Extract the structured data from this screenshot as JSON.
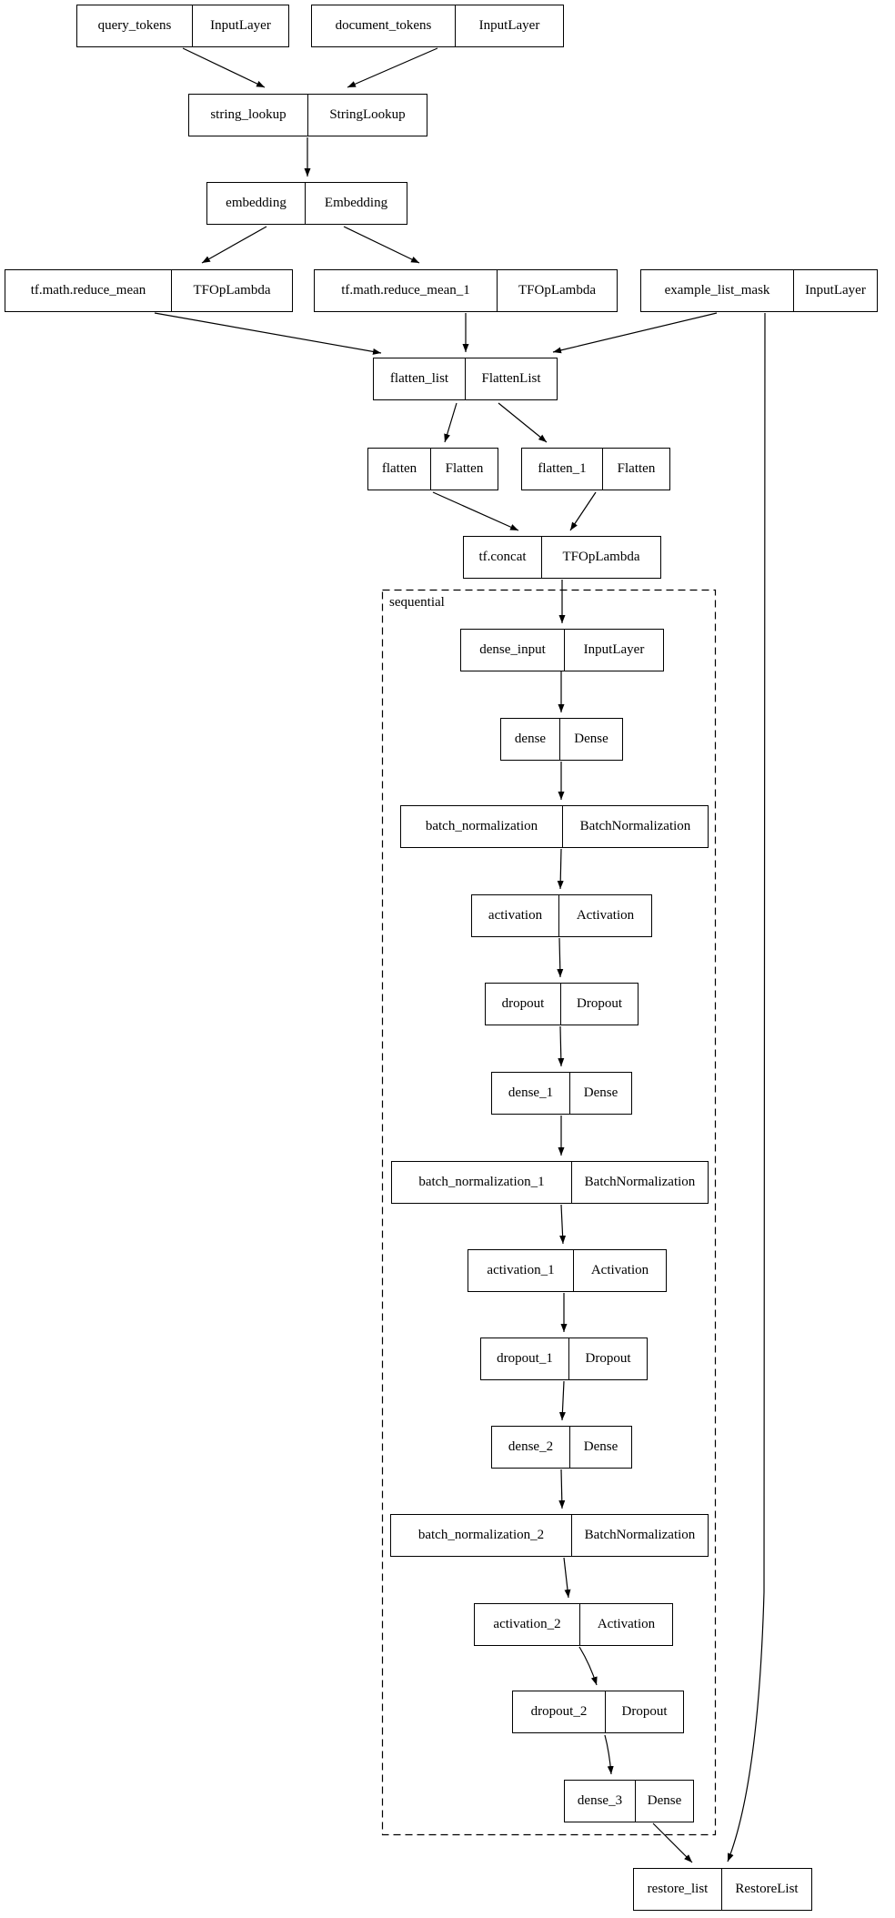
{
  "diagram": {
    "kind": "keras-model-architecture-graph",
    "cluster": {
      "label": "sequential"
    },
    "colors": {
      "background": "#ffffff",
      "node_fill": "#ffffff",
      "node_border": "#000000",
      "edge": "#000000",
      "text": "#000000"
    }
  },
  "nodes": [
    {
      "name": "query_tokens",
      "type": "InputLayer"
    },
    {
      "name": "document_tokens",
      "type": "InputLayer"
    },
    {
      "name": "string_lookup",
      "type": "StringLookup"
    },
    {
      "name": "embedding",
      "type": "Embedding"
    },
    {
      "name": "tf.math.reduce_mean",
      "type": "TFOpLambda"
    },
    {
      "name": "tf.math.reduce_mean_1",
      "type": "TFOpLambda"
    },
    {
      "name": "example_list_mask",
      "type": "InputLayer"
    },
    {
      "name": "flatten_list",
      "type": "FlattenList"
    },
    {
      "name": "flatten",
      "type": "Flatten"
    },
    {
      "name": "flatten_1",
      "type": "Flatten"
    },
    {
      "name": "tf.concat",
      "type": "TFOpLambda"
    },
    {
      "name": "dense_input",
      "type": "InputLayer"
    },
    {
      "name": "dense",
      "type": "Dense"
    },
    {
      "name": "batch_normalization",
      "type": "BatchNormalization"
    },
    {
      "name": "activation",
      "type": "Activation"
    },
    {
      "name": "dropout",
      "type": "Dropout"
    },
    {
      "name": "dense_1",
      "type": "Dense"
    },
    {
      "name": "batch_normalization_1",
      "type": "BatchNormalization"
    },
    {
      "name": "activation_1",
      "type": "Activation"
    },
    {
      "name": "dropout_1",
      "type": "Dropout"
    },
    {
      "name": "dense_2",
      "type": "Dense"
    },
    {
      "name": "batch_normalization_2",
      "type": "BatchNormalization"
    },
    {
      "name": "activation_2",
      "type": "Activation"
    },
    {
      "name": "dropout_2",
      "type": "Dropout"
    },
    {
      "name": "dense_3",
      "type": "Dense"
    },
    {
      "name": "restore_list",
      "type": "RestoreList"
    }
  ],
  "edges": [
    {
      "from": "query_tokens",
      "to": "string_lookup"
    },
    {
      "from": "document_tokens",
      "to": "string_lookup"
    },
    {
      "from": "string_lookup",
      "to": "embedding"
    },
    {
      "from": "embedding",
      "to": "tf.math.reduce_mean"
    },
    {
      "from": "embedding",
      "to": "tf.math.reduce_mean_1"
    },
    {
      "from": "tf.math.reduce_mean",
      "to": "flatten_list"
    },
    {
      "from": "tf.math.reduce_mean_1",
      "to": "flatten_list"
    },
    {
      "from": "example_list_mask",
      "to": "flatten_list"
    },
    {
      "from": "example_list_mask",
      "to": "restore_list"
    },
    {
      "from": "flatten_list",
      "to": "flatten"
    },
    {
      "from": "flatten_list",
      "to": "flatten_1"
    },
    {
      "from": "flatten",
      "to": "tf.concat"
    },
    {
      "from": "flatten_1",
      "to": "tf.concat"
    },
    {
      "from": "tf.concat",
      "to": "dense_input"
    },
    {
      "from": "dense_input",
      "to": "dense"
    },
    {
      "from": "dense",
      "to": "batch_normalization"
    },
    {
      "from": "batch_normalization",
      "to": "activation"
    },
    {
      "from": "activation",
      "to": "dropout"
    },
    {
      "from": "dropout",
      "to": "dense_1"
    },
    {
      "from": "dense_1",
      "to": "batch_normalization_1"
    },
    {
      "from": "batch_normalization_1",
      "to": "activation_1"
    },
    {
      "from": "activation_1",
      "to": "dropout_1"
    },
    {
      "from": "dropout_1",
      "to": "dense_2"
    },
    {
      "from": "dense_2",
      "to": "batch_normalization_2"
    },
    {
      "from": "batch_normalization_2",
      "to": "activation_2"
    },
    {
      "from": "activation_2",
      "to": "dropout_2"
    },
    {
      "from": "dropout_2",
      "to": "dense_3"
    },
    {
      "from": "dense_3",
      "to": "restore_list"
    }
  ]
}
